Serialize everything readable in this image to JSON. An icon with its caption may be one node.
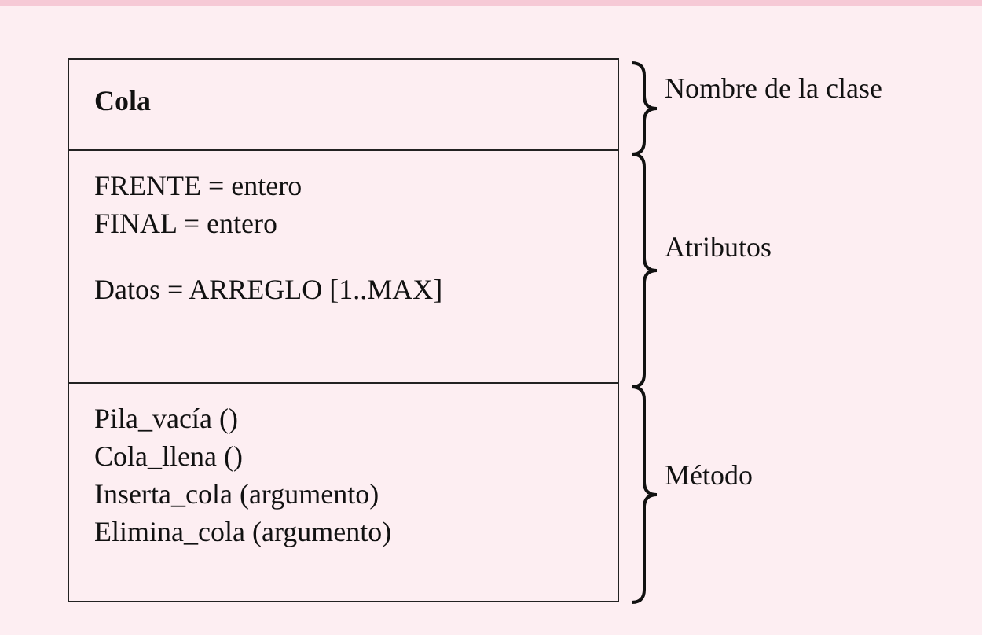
{
  "diagram": {
    "nodes": [
      {
        "text": [
          "Cola"
        ]
      },
      {
        "text": [
          "FRENTE = entero",
          "FINAL = entero",
          "Datos = ARREGLO [1..MAX]"
        ]
      },
      {
        "text": [
          "Pila_vacía ()",
          "Cola_llena ()",
          "Inserta_cola (argumento)",
          "Elimina_cola (argumento)"
        ]
      }
    ],
    "edges": [],
    "labels": [
      "Nombre de la clase",
      "Atributos",
      "Método"
    ]
  }
}
